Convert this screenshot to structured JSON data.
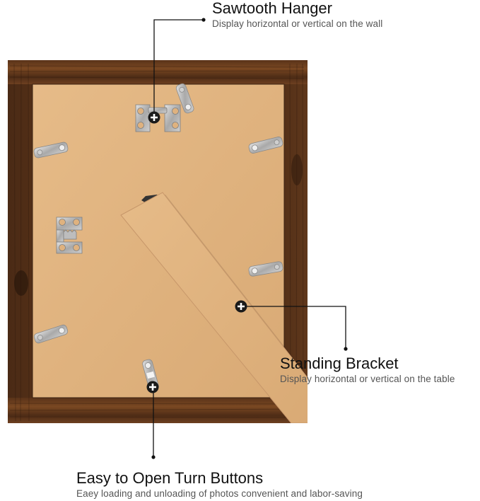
{
  "colors": {
    "background": "#ffffff",
    "frame_wood_dark": "#3f2414",
    "frame_wood_mid": "#6b3f1f",
    "frame_wood_light": "#8a5429",
    "backing_board": "#dfb27f",
    "stand_board": "#e2b583",
    "metal_clip": "#b9b9b9",
    "callout_line": "#111111",
    "title_text": "#111111",
    "subtitle_text": "#555555"
  },
  "callouts": [
    {
      "id": "sawtooth-hanger",
      "title": "Sawtooth Hanger",
      "subtitle": "Display horizontal or vertical on the wall",
      "marker_icon": "plus-circle-icon"
    },
    {
      "id": "standing-bracket",
      "title": "Standing Bracket",
      "subtitle": "Display horizontal or vertical on the table",
      "marker_icon": "plus-circle-icon"
    },
    {
      "id": "turn-buttons",
      "title": "Easy to Open Turn Buttons",
      "subtitle": "Eaey loading and unloading of photos convenient and labor-saving",
      "marker_icon": "plus-circle-icon"
    }
  ],
  "product": {
    "name": "photo-frame-back-view",
    "parts": [
      "wood-frame",
      "backing-board",
      "sawtooth-hanger",
      "standing-bracket",
      "turn-button-clips"
    ]
  }
}
